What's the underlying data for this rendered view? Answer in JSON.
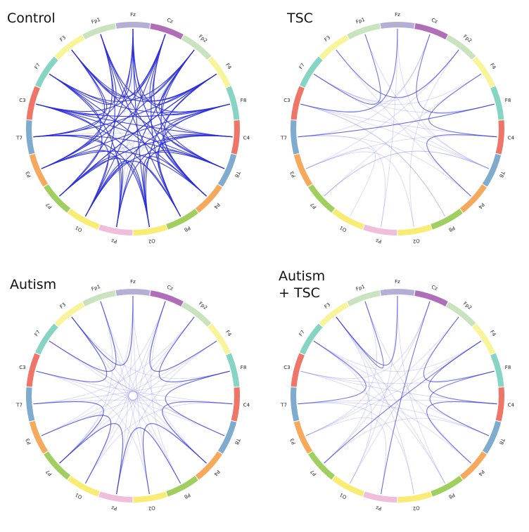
{
  "colors": {
    "Fz": "#b5aed6",
    "Cz": "#b06eb8",
    "Fp2": "#c8e3bd",
    "F4": "#f7f49a",
    "F8": "#86d4c3",
    "C4": "#ee7567",
    "T8": "#7fabcf",
    "P4": "#f6a85c",
    "P8": "#9fd05f",
    "O2": "#f8ec73",
    "Pz": "#f0bedb",
    "O1": "#f8ec73",
    "P7": "#9fd05f",
    "P3": "#f6a85c",
    "T7": "#7fabcf",
    "C3": "#ee7567",
    "F7": "#86d4c3",
    "F3": "#f7f49a",
    "Fp1": "#c8e3bd"
  },
  "electrodes": [
    "Fz",
    "Cz",
    "Fp2",
    "F4",
    "F8",
    "C4",
    "T8",
    "P4",
    "P8",
    "O2",
    "Pz",
    "O1",
    "P7",
    "P3",
    "T7",
    "C3",
    "F7",
    "F3",
    "Fp1"
  ],
  "panels": [
    {
      "id": "control",
      "title": "Control",
      "density": 1.0,
      "edges": [
        [
          0,
          4
        ],
        [
          0,
          7
        ],
        [
          0,
          9
        ],
        [
          0,
          12
        ],
        [
          0,
          14
        ],
        [
          1,
          3
        ],
        [
          1,
          6
        ],
        [
          1,
          8
        ],
        [
          1,
          11
        ],
        [
          1,
          13
        ],
        [
          1,
          15
        ],
        [
          2,
          5
        ],
        [
          2,
          7
        ],
        [
          2,
          10
        ],
        [
          2,
          13
        ],
        [
          2,
          16
        ],
        [
          3,
          7
        ],
        [
          3,
          9
        ],
        [
          3,
          12
        ],
        [
          3,
          14
        ],
        [
          3,
          17
        ],
        [
          4,
          6
        ],
        [
          4,
          8
        ],
        [
          4,
          11
        ],
        [
          4,
          13
        ],
        [
          4,
          16
        ],
        [
          5,
          7
        ],
        [
          5,
          10
        ],
        [
          5,
          12
        ],
        [
          5,
          15
        ],
        [
          6,
          9
        ],
        [
          6,
          11
        ],
        [
          6,
          14
        ],
        [
          6,
          17
        ],
        [
          7,
          9
        ],
        [
          7,
          13
        ],
        [
          7,
          16
        ],
        [
          8,
          11
        ],
        [
          8,
          15
        ],
        [
          8,
          18
        ],
        [
          9,
          12
        ],
        [
          9,
          14
        ],
        [
          10,
          12
        ],
        [
          10,
          16
        ],
        [
          11,
          14
        ],
        [
          11,
          18
        ],
        [
          12,
          15
        ],
        [
          13,
          16
        ],
        [
          13,
          18
        ],
        [
          14,
          17
        ],
        [
          15,
          17
        ],
        [
          16,
          18
        ],
        [
          0,
          17
        ],
        [
          0,
          2
        ],
        [
          2,
          4
        ],
        [
          10,
          13
        ],
        [
          9,
          11
        ],
        [
          5,
          8
        ],
        [
          17,
          1
        ],
        [
          18,
          3
        ],
        [
          6,
          15
        ],
        [
          15,
          4
        ],
        [
          12,
          3
        ],
        [
          7,
          18
        ]
      ],
      "faint": [
        [
          0,
          10
        ],
        [
          1,
          10
        ],
        [
          2,
          11
        ],
        [
          3,
          10
        ],
        [
          5,
          14
        ],
        [
          6,
          13
        ],
        [
          8,
          16
        ],
        [
          9,
          16
        ],
        [
          12,
          17
        ],
        [
          14,
          2
        ],
        [
          18,
          5
        ],
        [
          4,
          12
        ]
      ]
    },
    {
      "id": "tsc",
      "title": "TSC",
      "density": 0.45,
      "edges": [
        [
          0,
          15
        ],
        [
          1,
          4
        ],
        [
          5,
          7
        ],
        [
          16,
          18
        ],
        [
          17,
          2
        ],
        [
          4,
          14
        ],
        [
          3,
          5
        ]
      ],
      "faint": [
        [
          0,
          6
        ],
        [
          1,
          14
        ],
        [
          2,
          13
        ],
        [
          3,
          12
        ],
        [
          4,
          16
        ],
        [
          5,
          15
        ],
        [
          6,
          16
        ],
        [
          7,
          14
        ],
        [
          8,
          15
        ],
        [
          9,
          13
        ],
        [
          10,
          14
        ],
        [
          11,
          13
        ],
        [
          12,
          6
        ],
        [
          13,
          5
        ],
        [
          14,
          4
        ],
        [
          15,
          8
        ],
        [
          16,
          2
        ],
        [
          17,
          7
        ],
        [
          18,
          6
        ],
        [
          0,
          10
        ],
        [
          6,
          12
        ],
        [
          2,
          9
        ],
        [
          3,
          16
        ],
        [
          1,
          15
        ],
        [
          15,
          6
        ]
      ]
    },
    {
      "id": "autism",
      "title": "Autism",
      "density": 0.6,
      "edges": [
        [
          0,
          17
        ],
        [
          1,
          3
        ],
        [
          16,
          18
        ],
        [
          2,
          4
        ],
        [
          15,
          17
        ],
        [
          12,
          14
        ],
        [
          6,
          4
        ],
        [
          9,
          7
        ],
        [
          11,
          13
        ],
        [
          10,
          12
        ],
        [
          10,
          8
        ],
        [
          5,
          7
        ]
      ],
      "faint": [
        [
          0,
          10
        ],
        [
          1,
          11
        ],
        [
          2,
          12
        ],
        [
          3,
          13
        ],
        [
          4,
          14
        ],
        [
          5,
          15
        ],
        [
          6,
          16
        ],
        [
          7,
          17
        ],
        [
          8,
          18
        ],
        [
          9,
          0
        ],
        [
          10,
          1
        ],
        [
          11,
          2
        ],
        [
          12,
          3
        ],
        [
          13,
          4
        ],
        [
          14,
          5
        ],
        [
          15,
          6
        ],
        [
          16,
          7
        ],
        [
          17,
          8
        ],
        [
          18,
          9
        ],
        [
          0,
          7
        ],
        [
          1,
          13
        ],
        [
          3,
          10
        ],
        [
          16,
          6
        ],
        [
          15,
          9
        ],
        [
          14,
          2
        ],
        [
          12,
          18
        ],
        [
          5,
          11
        ],
        [
          4,
          17
        ],
        [
          0,
          12
        ],
        [
          1,
          8
        ]
      ]
    },
    {
      "id": "autism_tsc",
      "title_line1": "Autism",
      "title_line2": "+ TSC",
      "density": 0.45,
      "edges": [
        [
          17,
          18
        ],
        [
          16,
          14
        ],
        [
          2,
          4
        ],
        [
          3,
          5
        ],
        [
          5,
          7
        ],
        [
          4,
          6
        ],
        [
          1,
          10
        ],
        [
          12,
          3
        ],
        [
          0,
          17
        ]
      ],
      "faint": [
        [
          0,
          8
        ],
        [
          1,
          12
        ],
        [
          2,
          11
        ],
        [
          3,
          13
        ],
        [
          4,
          15
        ],
        [
          5,
          14
        ],
        [
          6,
          16
        ],
        [
          7,
          15
        ],
        [
          8,
          17
        ],
        [
          9,
          14
        ],
        [
          10,
          13
        ],
        [
          11,
          16
        ],
        [
          12,
          17
        ],
        [
          13,
          18
        ],
        [
          14,
          6
        ],
        [
          15,
          5
        ],
        [
          16,
          3
        ],
        [
          17,
          9
        ],
        [
          18,
          7
        ],
        [
          0,
          11
        ],
        [
          1,
          15
        ],
        [
          2,
          13
        ],
        [
          6,
          12
        ],
        [
          8,
          16
        ]
      ]
    }
  ]
}
